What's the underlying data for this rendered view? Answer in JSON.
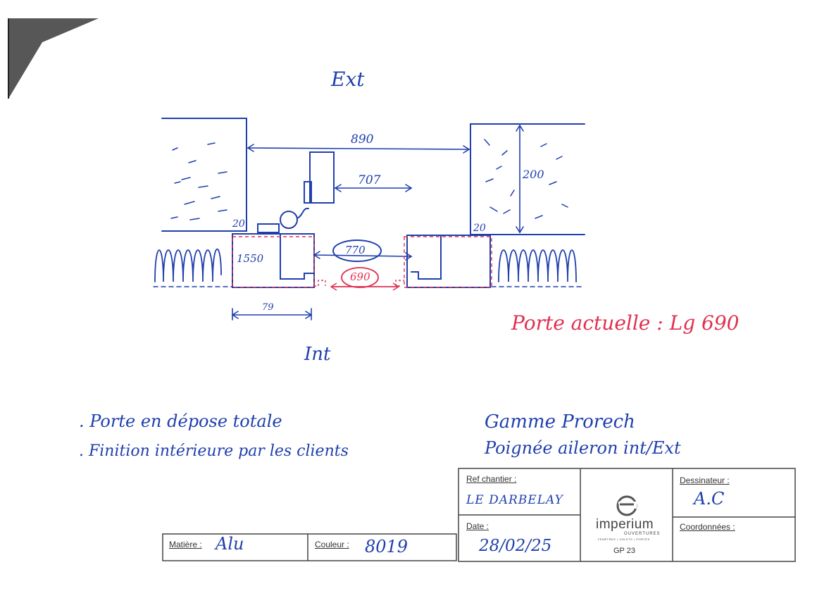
{
  "drawing": {
    "ext_label": "Ext",
    "int_label": "Int",
    "dim_opening": "890",
    "dim_leaf": "707",
    "dim_depth": "200",
    "dim_left_gap": "20",
    "dim_right_gap": "20",
    "dim_sill": "1550",
    "dim_passage": "770",
    "dim_current_door": "690",
    "dim_bottom": "79",
    "current_door_note": "Porte actuelle : Lg 690"
  },
  "notes": {
    "left": [
      ". Porte en dépose totale",
      ". Finition intérieure par les clients"
    ],
    "right": [
      "Gamme Prorech",
      "Poignée aileron int/Ext"
    ]
  },
  "title_block": {
    "material_label": "Matière :",
    "material_value": "Alu",
    "color_label": "Couleur :",
    "color_value": "8019",
    "ref_label": "Ref chantier :",
    "ref_value": "LE DARBELAY",
    "date_label": "Date :",
    "date_value": "28/02/25",
    "logo_text": "imperium",
    "logo_sub": "OUVERTURES",
    "logo_tagline": "FENÊTRES • VOLETS • PORTES",
    "logo_code": "GP 23",
    "drafter_label": "Dessinateur :",
    "drafter_value": "A.C",
    "contact_label": "Coordonnées :"
  },
  "colors": {
    "ink_blue": "#1f3fae",
    "ink_red": "#e0304f",
    "print_blue": "#2a2f8c",
    "frame": "#444444"
  }
}
